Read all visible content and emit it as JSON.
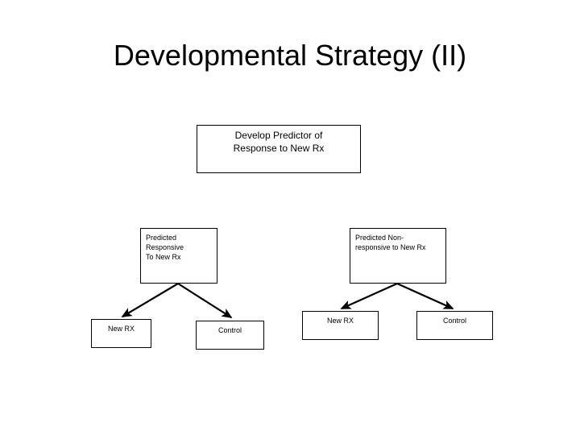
{
  "slide": {
    "title": "Developmental Strategy (II)",
    "background_color": "#ffffff",
    "text_color": "#000000",
    "border_color": "#000000"
  },
  "diagram": {
    "type": "tree-flowchart",
    "nodes": {
      "root": {
        "label": "Develop Predictor of\nResponse to New Rx"
      },
      "predicted_responsive": {
        "label": "Predicted\nResponsive\nTo New Rx"
      },
      "predicted_nonresponsive": {
        "label": "Predicted Non-\nresponsive to New Rx"
      },
      "leaf_newrx_left": {
        "label": "New RX"
      },
      "leaf_control_left": {
        "label": "Control"
      },
      "leaf_newrx_right": {
        "label": "New RX"
      },
      "leaf_control_right": {
        "label": "Control"
      }
    },
    "connectors": [
      {
        "from": "predicted_responsive",
        "to": "leaf_newrx_left",
        "style": "arrow"
      },
      {
        "from": "predicted_responsive",
        "to": "leaf_control_left",
        "style": "arrow"
      },
      {
        "from": "predicted_nonresponsive",
        "to": "leaf_newrx_right",
        "style": "arrow"
      },
      {
        "from": "predicted_nonresponsive",
        "to": "leaf_control_right",
        "style": "arrow"
      }
    ]
  }
}
